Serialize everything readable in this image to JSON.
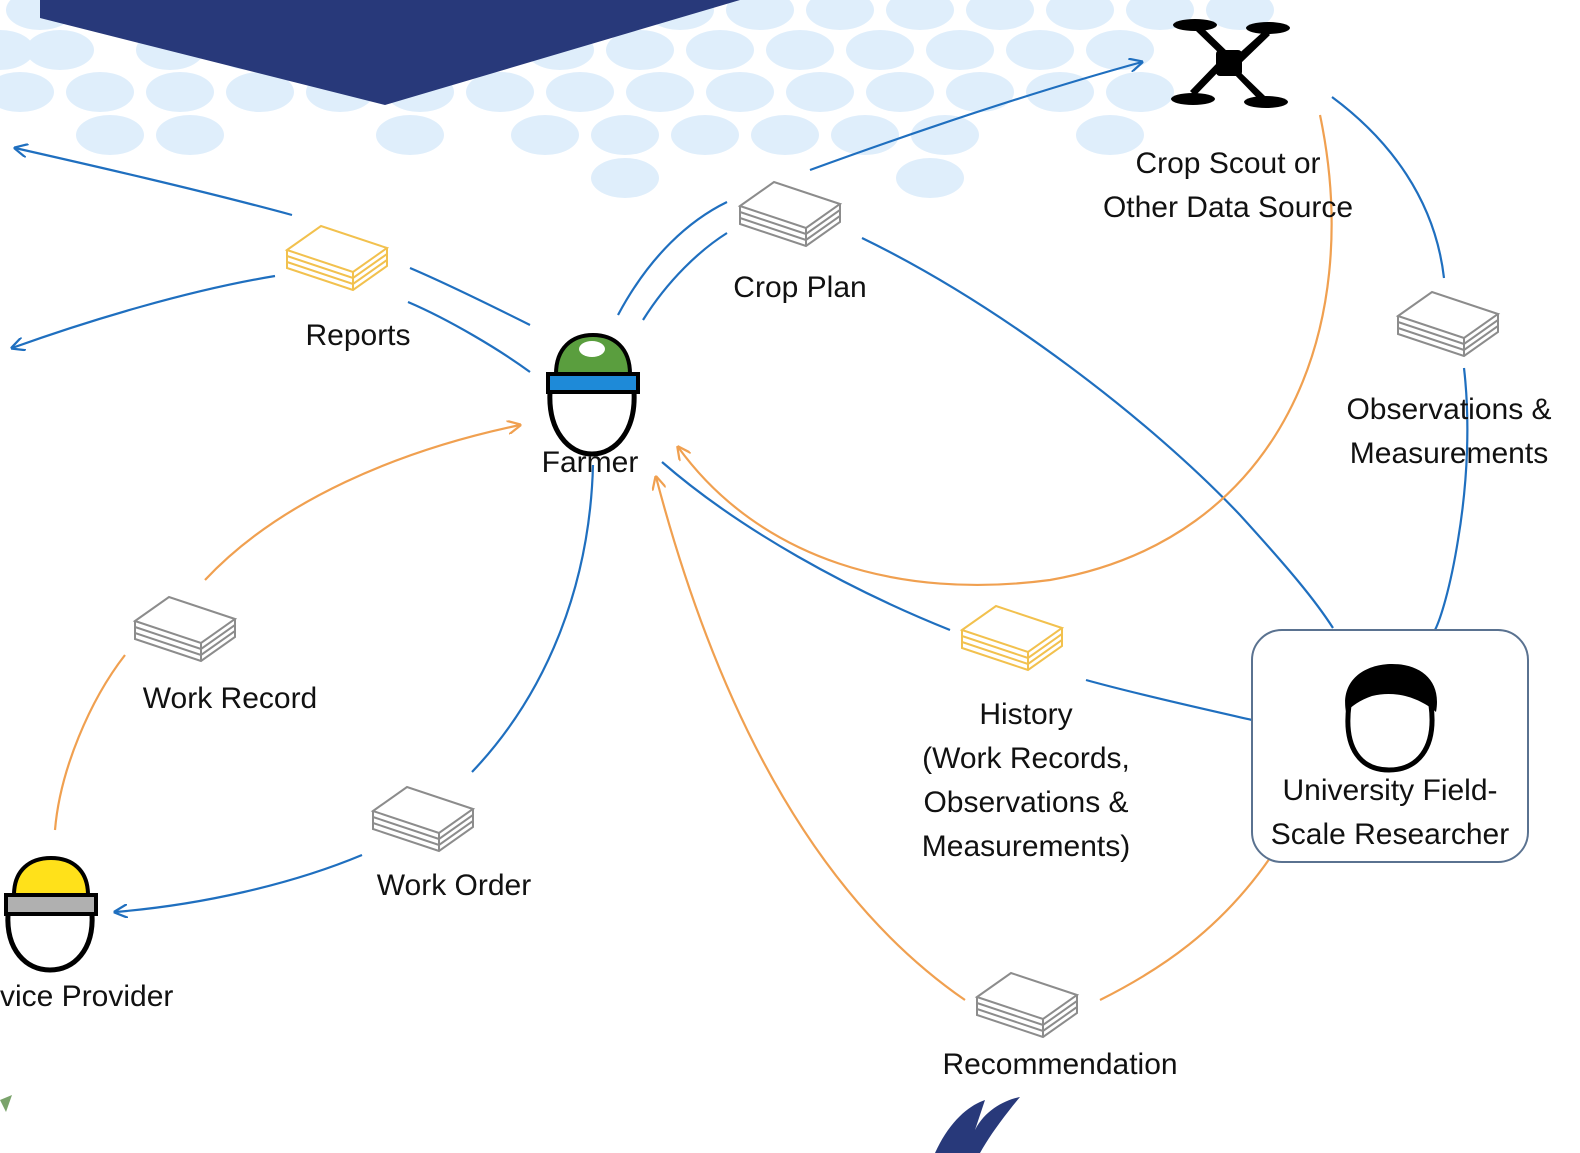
{
  "nodes": {
    "farmer": {
      "label": "Farmer",
      "icon": "farmer-green-cap-icon"
    },
    "service_provider": {
      "label": "vice Provider",
      "icon": "service-provider-yellow-cap-icon"
    },
    "crop_scout": {
      "label_line1": "Crop Scout or",
      "label_line2": "Other Data Source",
      "icon": "drone-icon"
    },
    "researcher": {
      "label_line1": "University Field-",
      "label_line2": "Scale Researcher",
      "icon": "researcher-head-icon"
    }
  },
  "documents": {
    "reports": {
      "label": "Reports",
      "color": "#f2c14e"
    },
    "crop_plan": {
      "label": "Crop Plan",
      "color": "#8c8c8c"
    },
    "observations": {
      "label_line1": "Observations &",
      "label_line2": "Measurements",
      "color": "#8c8c8c"
    },
    "work_record": {
      "label": "Work Record",
      "color": "#8c8c8c"
    },
    "work_order": {
      "label": "Work Order",
      "color": "#8c8c8c"
    },
    "history": {
      "label_line1": "History",
      "label_line2": "(Work Records,",
      "label_line3": "Observations &",
      "label_line4": "Measurements)",
      "color": "#f2c14e"
    },
    "recommendation": {
      "label": "Recommendation",
      "color": "#8c8c8c"
    }
  },
  "colors": {
    "blue_flow": "#1f6fbf",
    "orange_flow": "#f0a050",
    "banner": "#28397a",
    "dots": "#dfeefb",
    "researcher_box_border": "#5a7290"
  }
}
